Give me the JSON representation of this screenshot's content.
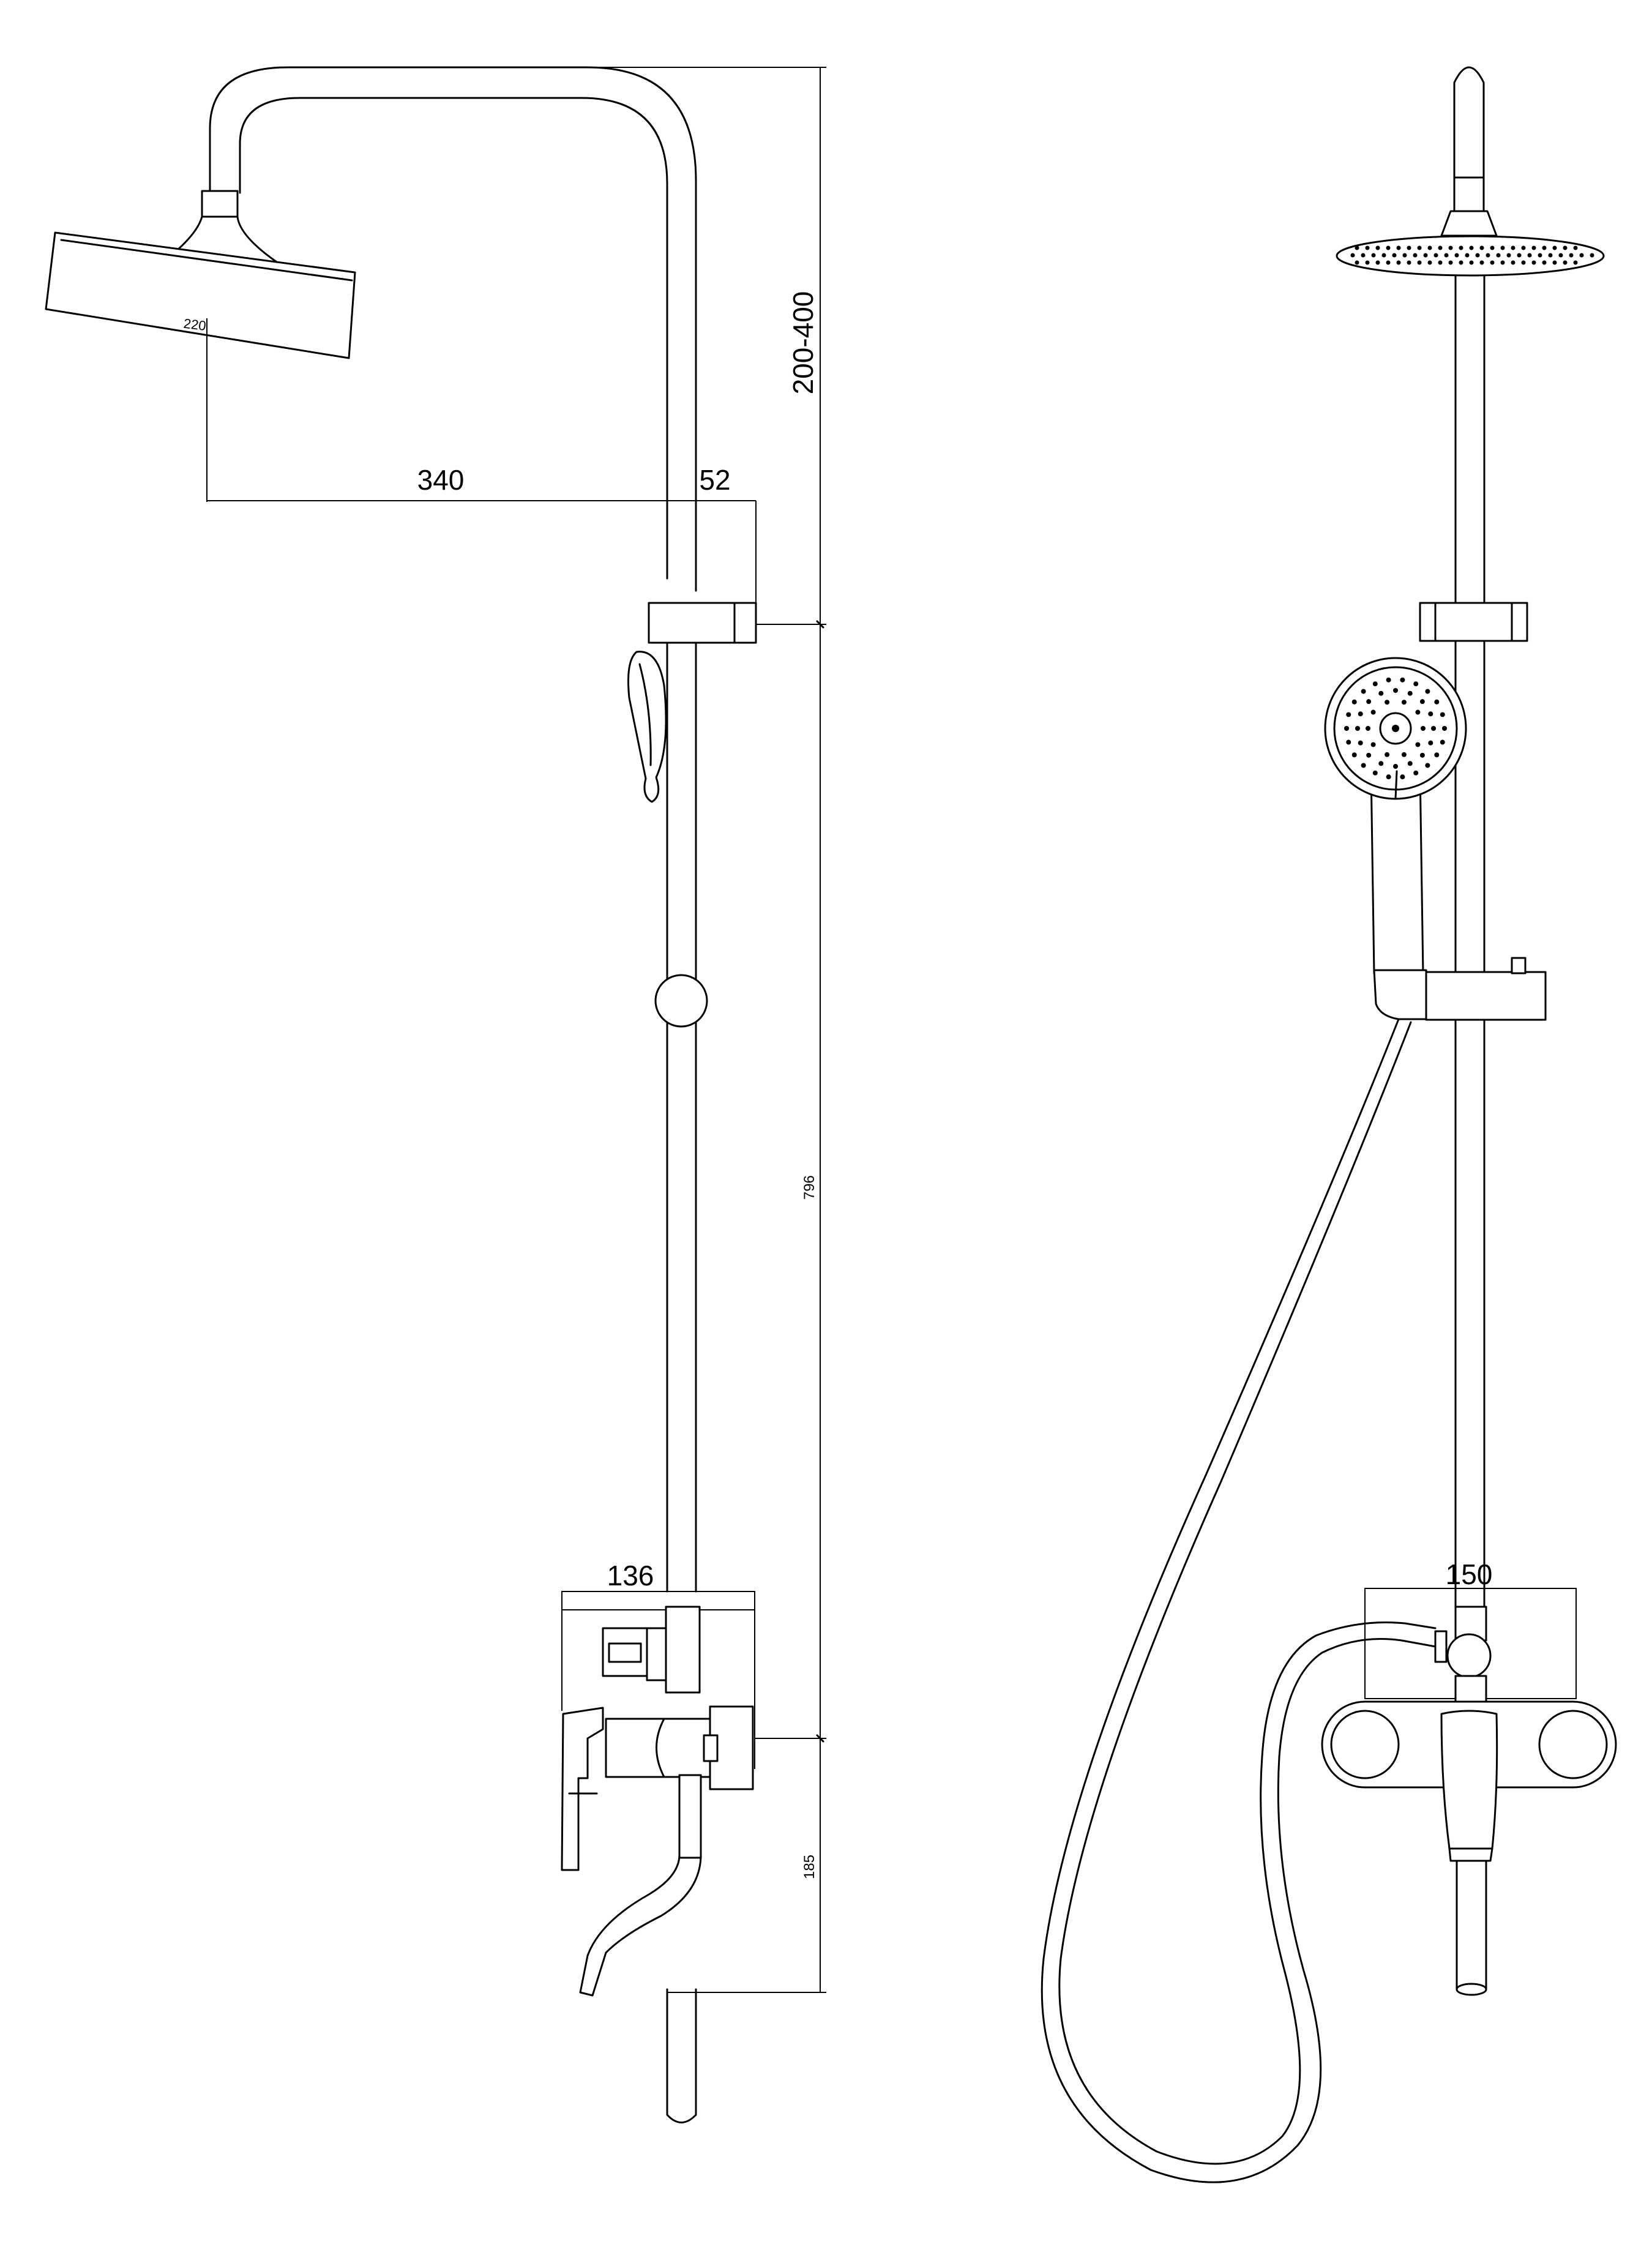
{
  "colors": {
    "line": "#000000",
    "background": "#ffffff"
  },
  "dimensions": {
    "head_diameter": "220",
    "arm_reach": "340",
    "holder_offset": "52",
    "height_adjust": "200-400",
    "rail_height": "796",
    "spout_drop": "185",
    "mixer_depth": "136",
    "mixer_width": "150"
  },
  "views": [
    "side-view",
    "front-view"
  ]
}
